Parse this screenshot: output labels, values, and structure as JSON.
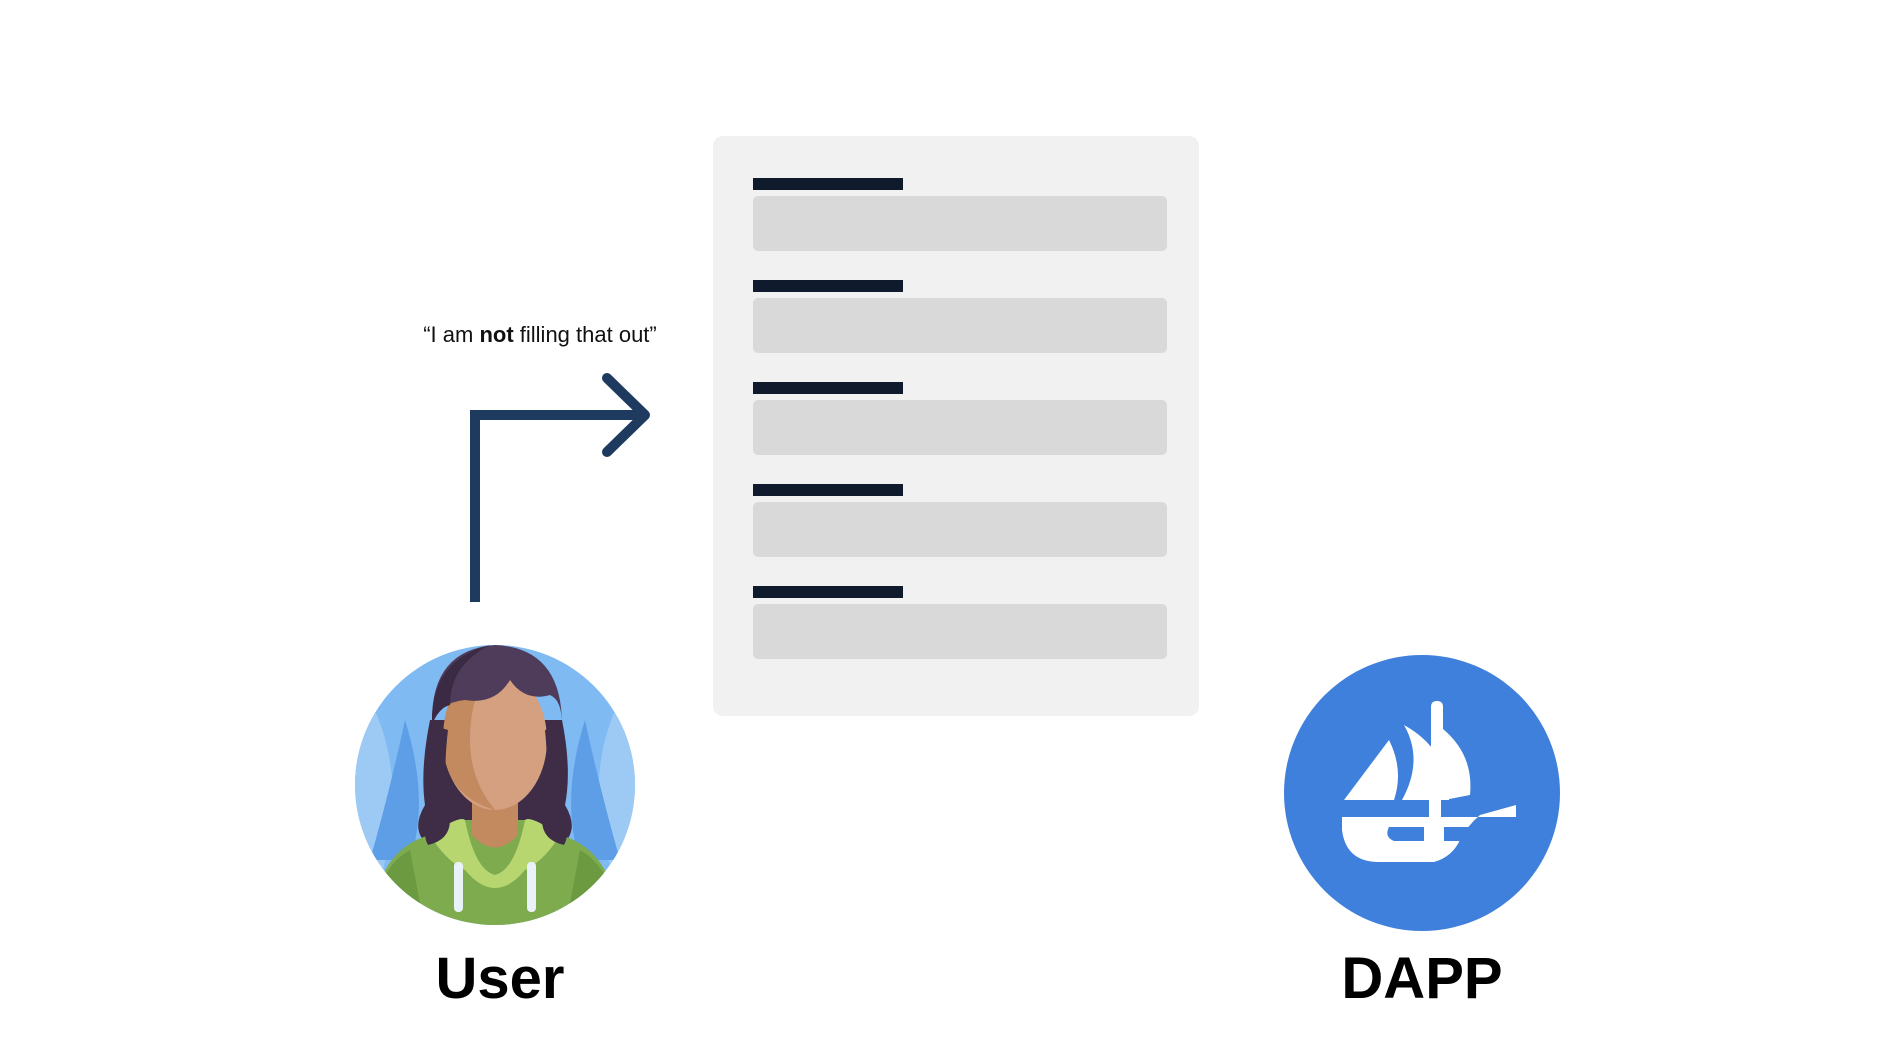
{
  "quote": {
    "prefix": "“I am ",
    "emphasis": "not",
    "suffix": " filling that out”"
  },
  "form": {
    "field_count": 5
  },
  "user": {
    "label": "User",
    "icon": "user-avatar-icon"
  },
  "dapp": {
    "label": "DAPP",
    "icon": "sailboat-icon",
    "color": "#4080dd"
  },
  "colors": {
    "arrow": "#1e3a5f",
    "label_bar": "#0f1b2d",
    "input_box": "#d9d9d9",
    "card_bg": "#f1f1f1"
  }
}
